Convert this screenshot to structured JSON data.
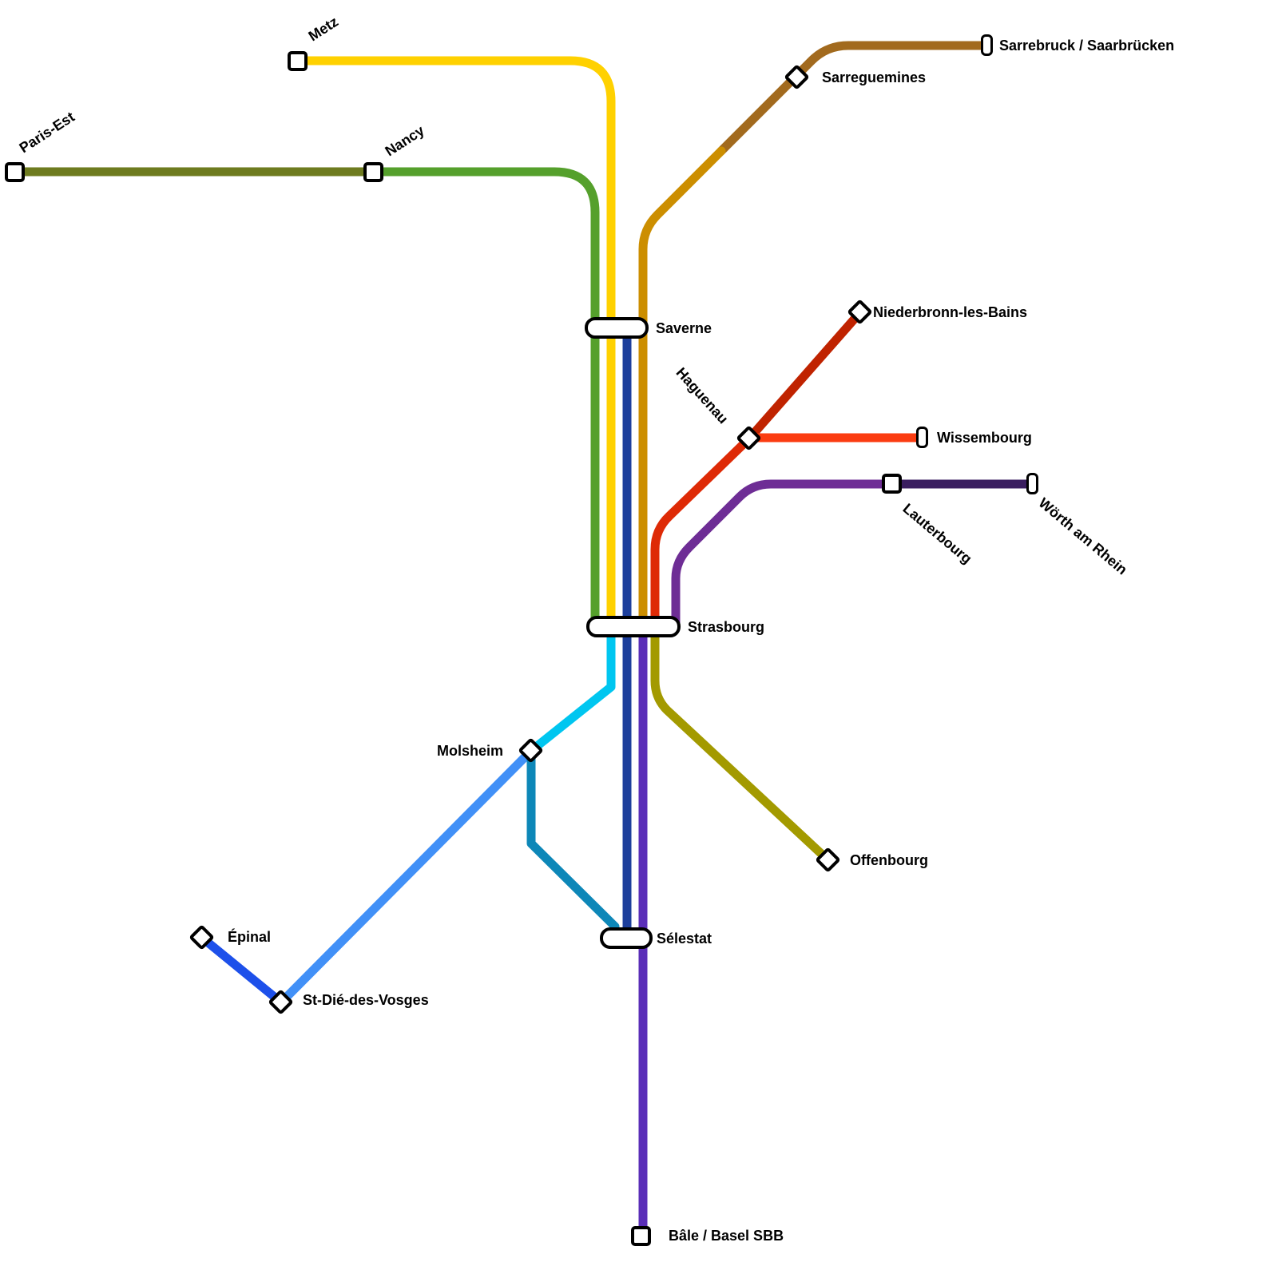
{
  "style": {
    "background": "#ffffff",
    "station_fill": "#ffffff",
    "station_border": "#000000",
    "label_color": "#000000"
  },
  "stations": {
    "metz": {
      "label": "Metz"
    },
    "paris_est": {
      "label": "Paris-Est"
    },
    "nancy": {
      "label": "Nancy"
    },
    "sarreguemines": {
      "label": "Sarreguemines"
    },
    "sarrebruck": {
      "label": "Sarrebruck / Saarbrücken"
    },
    "saverne": {
      "label": "Saverne"
    },
    "niederbronn": {
      "label": "Niederbronn-les-Bains"
    },
    "haguenau": {
      "label": "Haguenau"
    },
    "wissembourg": {
      "label": "Wissembourg"
    },
    "lauterbourg": {
      "label": "Lauterbourg"
    },
    "woerth": {
      "label": "Wörth am Rhein"
    },
    "strasbourg": {
      "label": "Strasbourg"
    },
    "molsheim": {
      "label": "Molsheim"
    },
    "offenbourg": {
      "label": "Offenbourg"
    },
    "selestat": {
      "label": "Sélestat"
    },
    "epinal": {
      "label": "Épinal"
    },
    "st_die": {
      "label": "St-Dié-des-Vosges"
    },
    "bale": {
      "label": "Bâle / Basel SBB"
    }
  },
  "lines": {
    "metz": {
      "color": "#ffd100",
      "route": [
        "Metz",
        "Saverne",
        "Strasbourg"
      ]
    },
    "paris_est": {
      "color": "#6e7b1f",
      "route": [
        "Paris-Est",
        "Nancy"
      ]
    },
    "nancy": {
      "color": "#55a02c",
      "route": [
        "Nancy",
        "Saverne",
        "Strasbourg"
      ]
    },
    "sarrebruck": {
      "color": "#a26a1e",
      "route": [
        "Sarrebruck / Saarbrücken",
        "Sarreguemines"
      ]
    },
    "sarreguemines_sud": {
      "color": "#cc8e00",
      "route": [
        "Sarreguemines",
        "Saverne",
        "Strasbourg"
      ]
    },
    "saverne_selestat": {
      "color": "#1d3f9c",
      "route": [
        "Saverne",
        "Strasbourg",
        "Sélestat"
      ]
    },
    "niederbronn": {
      "color": "#c02300",
      "route": [
        "Niederbronn-les-Bains",
        "Haguenau"
      ]
    },
    "wissembourg": {
      "color": "#fb3c11",
      "route": [
        "Wissembourg",
        "Haguenau"
      ]
    },
    "haguenau_strasbourg": {
      "color": "#de2a06",
      "route": [
        "Haguenau",
        "Strasbourg"
      ]
    },
    "woerth": {
      "color": "#3a1e60",
      "route": [
        "Wörth am Rhein",
        "Lauterbourg"
      ]
    },
    "lauterbourg": {
      "color": "#6e2d95",
      "route": [
        "Lauterbourg",
        "Strasbourg"
      ]
    },
    "offenbourg": {
      "color": "#a39a00",
      "route": [
        "Strasbourg",
        "Offenbourg"
      ]
    },
    "molsheim": {
      "color": "#00c6f0",
      "route": [
        "Strasbourg",
        "Molsheim"
      ]
    },
    "st_die": {
      "color": "#4190f7",
      "route": [
        "Molsheim",
        "St-Dié-des-Vosges"
      ]
    },
    "epinal": {
      "color": "#1d50ea",
      "route": [
        "Épinal",
        "St-Dié-des-Vosges"
      ]
    },
    "molsheim_selestat": {
      "color": "#0d87b8",
      "route": [
        "Molsheim",
        "Sélestat"
      ]
    },
    "bale": {
      "color": "#5a2eb8",
      "route": [
        "Strasbourg",
        "Sélestat",
        "Bâle / Basel SBB"
      ]
    }
  }
}
